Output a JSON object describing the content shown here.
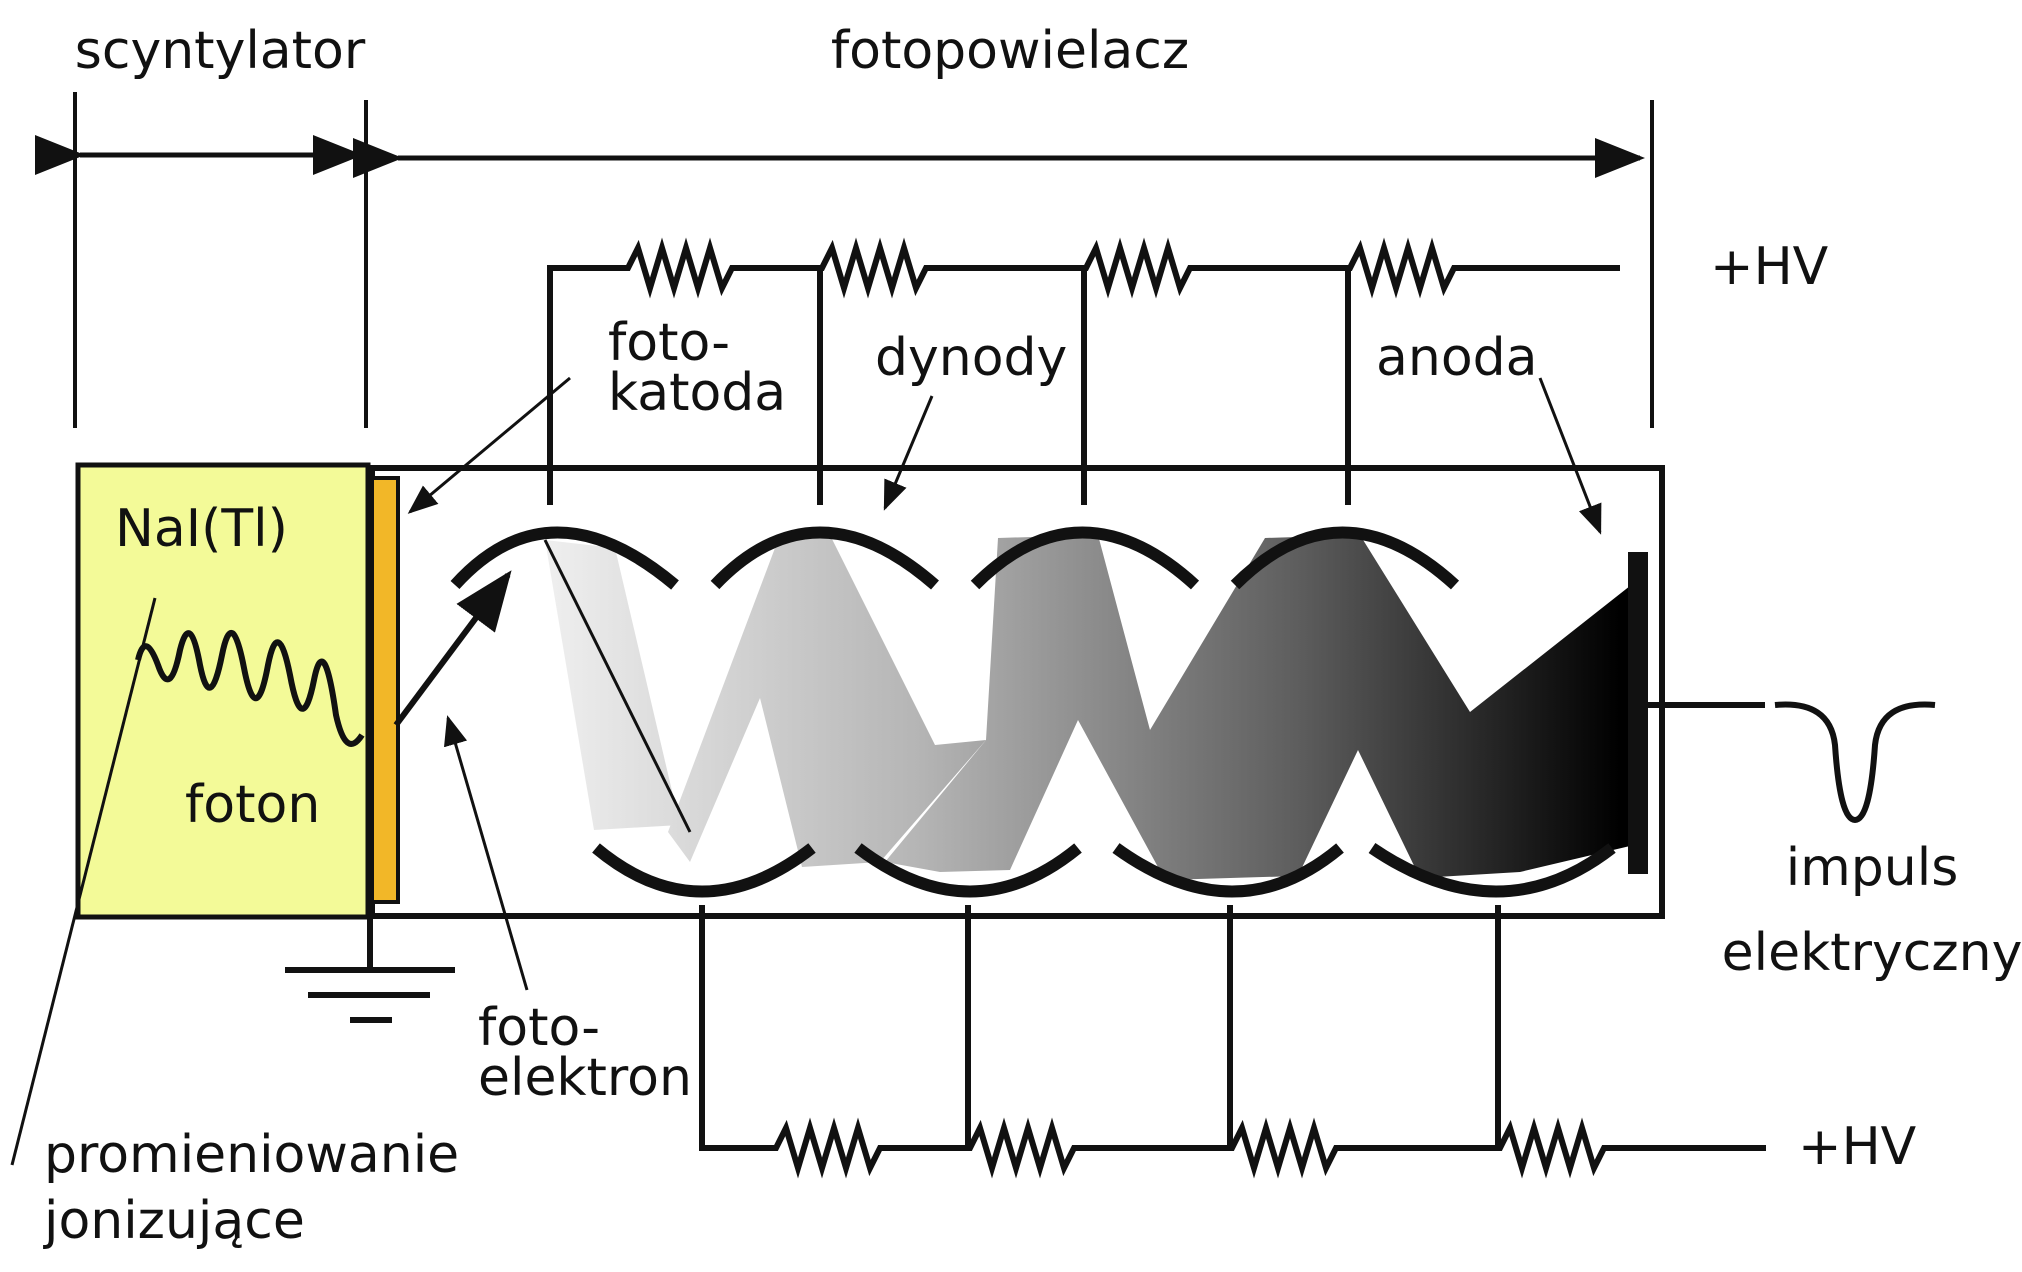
{
  "labels": {
    "scintillator": "scyntylator",
    "photomultiplier": "fotopowielacz",
    "hv_top": "+HV",
    "hv_bottom": "+HV",
    "crystal": "NaI(Tl)",
    "photon": "foton",
    "photocathode_line1": "foto-",
    "photocathode_line2": "katoda",
    "dynodes": "dynody",
    "anode": "anoda",
    "photoelectron_line1": "foto-",
    "photoelectron_line2": "elektron",
    "radiation_line1": "promieniowanie",
    "radiation_line2": "jonizujące",
    "pulse_line1": "impuls",
    "pulse_line2": "elektryczny"
  },
  "colors": {
    "crystal_fill": "#f3fa98",
    "photocathode_fill": "#f2b728",
    "ink": "#111111",
    "gradient_start": "#f0f0f0",
    "gradient_end": "#000000"
  },
  "icons": {
    "ground": "ground-symbol-icon",
    "resistor": "resistor-icon",
    "pulse": "pulse-waveform-icon"
  }
}
